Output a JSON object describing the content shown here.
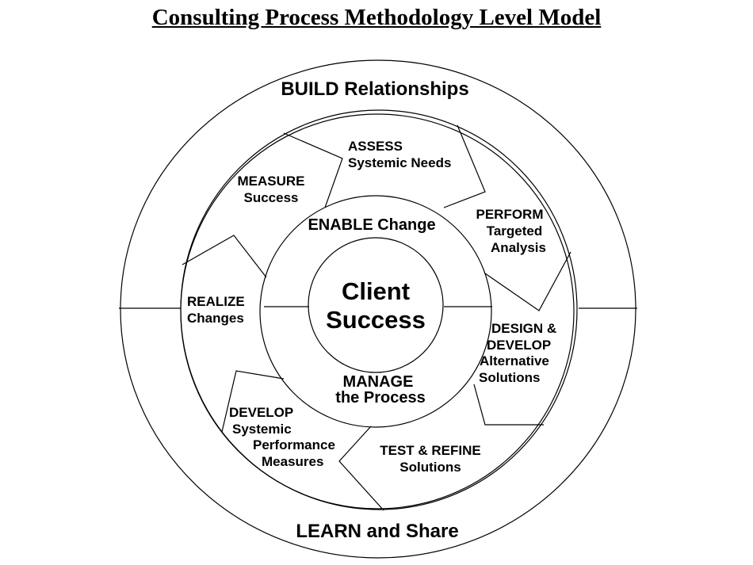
{
  "title": "Consulting Process Methodology Level Model",
  "outer_ring": {
    "top": "BUILD Relationships",
    "bottom": "LEARN and Share"
  },
  "cycle_steps": [
    {
      "lines": [
        "ASSESS",
        "Systemic Needs"
      ]
    },
    {
      "lines": [
        "PERFORM",
        "Targeted",
        "Analysis"
      ]
    },
    {
      "lines": [
        "DESIGN &",
        "DEVELOP",
        "Alternative",
        "Solutions"
      ]
    },
    {
      "lines": [
        "TEST & REFINE",
        "Solutions"
      ]
    },
    {
      "lines": [
        "DEVELOP",
        "Systemic",
        "Performance",
        "Measures"
      ]
    },
    {
      "lines": [
        "REALIZE",
        "Changes"
      ]
    },
    {
      "lines": [
        "MEASURE",
        "Success"
      ]
    }
  ],
  "inner_ring": {
    "top": "ENABLE Change",
    "bottom": [
      "MANAGE",
      "the Process"
    ]
  },
  "center": [
    "Client",
    "Success"
  ]
}
